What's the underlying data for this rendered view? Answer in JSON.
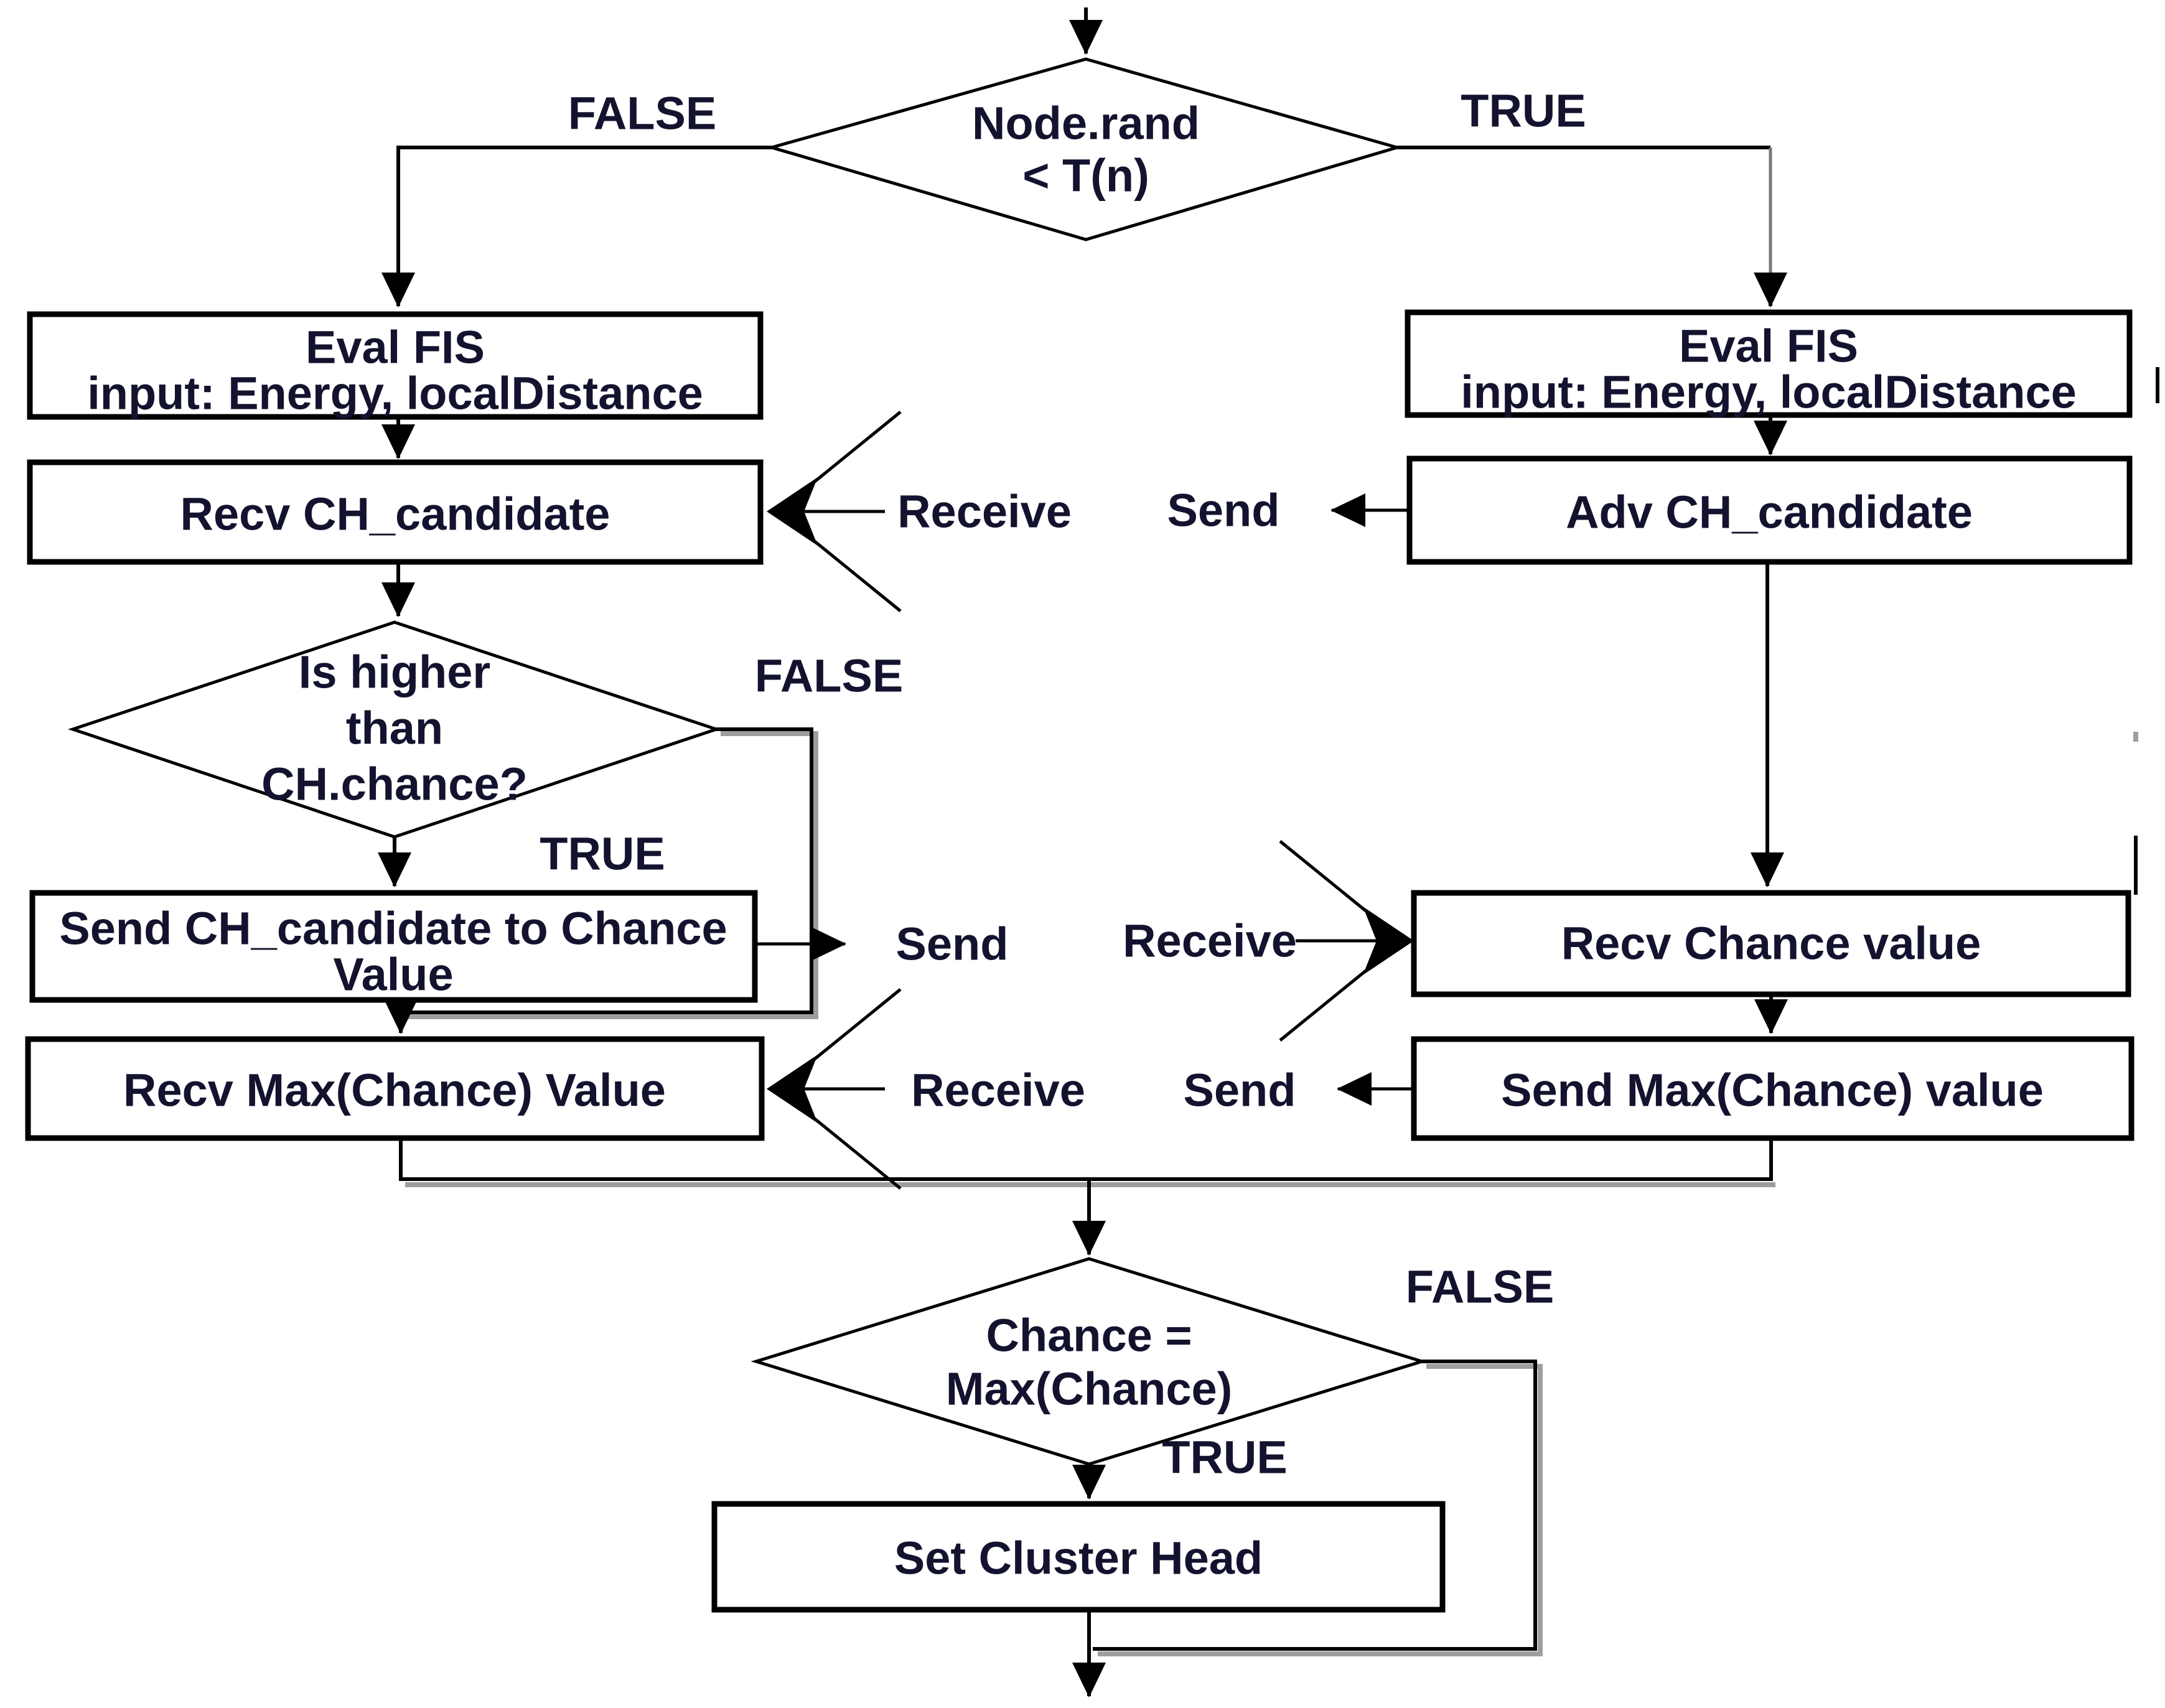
{
  "colors": {
    "background": "#ffffff",
    "line": "#000000",
    "line_shadow": "#9e9e9e",
    "text": "#13132f"
  },
  "flowchart": {
    "decisions": {
      "node_rand": {
        "line1": "Node.rand",
        "line2": "< T(n)"
      },
      "is_higher": {
        "line1": "Is higher",
        "line2": "than",
        "line3": "CH.chance?"
      },
      "chance_max": {
        "line1": "Chance =",
        "line2": "Max(Chance)"
      }
    },
    "processes": {
      "eval_fis_left": {
        "line1": "Eval FIS",
        "line2": "input: Energy, localDistance"
      },
      "eval_fis_right": {
        "line1": "Eval FIS",
        "line2": "input: Energy, localDistance"
      },
      "recv_ch_candidate": {
        "label": "Recv CH_candidate"
      },
      "adv_ch_candidate": {
        "label": "Adv CH_candidate"
      },
      "send_ch_candidate": {
        "line1": "Send CH_candidate to Chance",
        "line2": "Value"
      },
      "recv_chance": {
        "label": "Recv Chance value"
      },
      "recv_max_chance": {
        "label": "Recv Max(Chance) Value"
      },
      "send_max_chance": {
        "label": "Send Max(Chance) value"
      },
      "set_cluster_head": {
        "label": "Set Cluster Head"
      }
    },
    "branch_labels": {
      "d1_false": "FALSE",
      "d1_true": "TRUE",
      "d2_false": "FALSE",
      "d2_true": "TRUE",
      "d3_false": "FALSE",
      "d3_true": "TRUE"
    },
    "comm_labels": {
      "row1_receive": "Receive",
      "row1_send": "Send",
      "row2_send": "Send",
      "row2_receive": "Receive",
      "row3_receive": "Receive",
      "row3_send": "Send"
    }
  }
}
